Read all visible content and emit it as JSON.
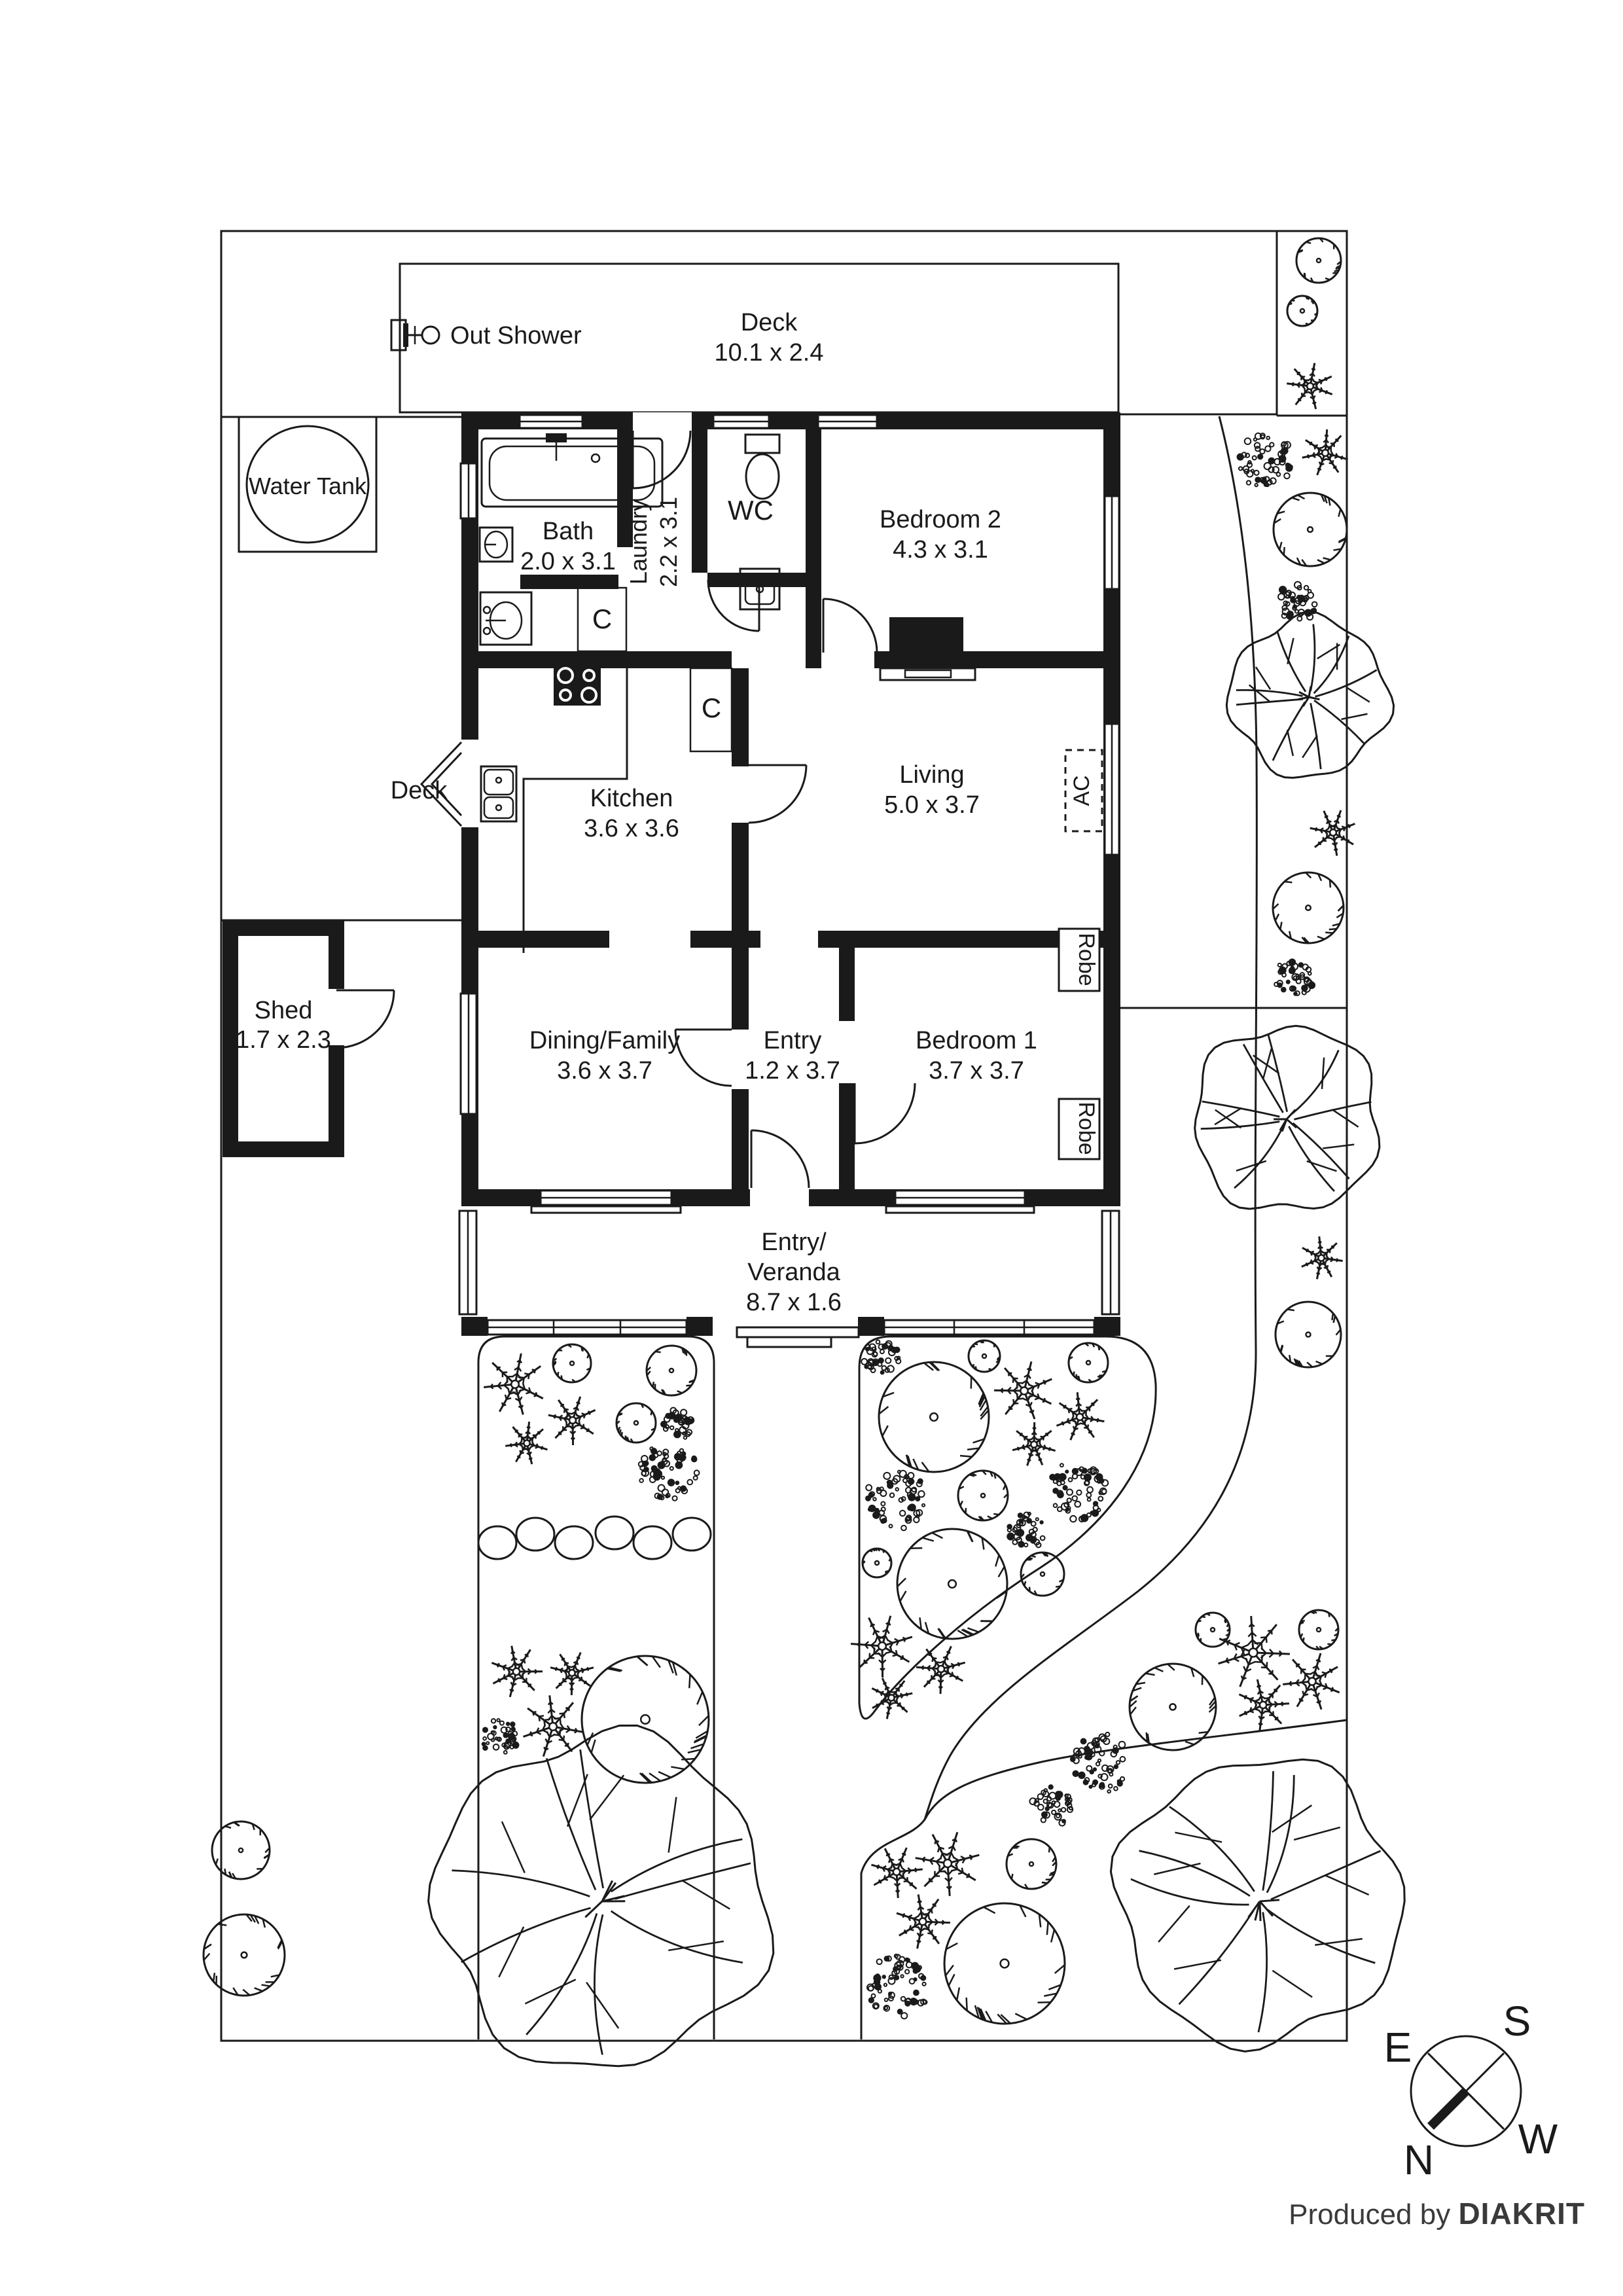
{
  "colors": {
    "ink": "#1a1a1a",
    "credit_text": "#3a3a3a"
  },
  "labels": {
    "out_shower": "Out Shower",
    "deck_top": {
      "name": "Deck",
      "dims": "10.1 x 2.4"
    },
    "water_tank": "Water Tank",
    "bath": {
      "name": "Bath",
      "dims": "2.0 x 3.1"
    },
    "laundry": {
      "name": "Laundry",
      "dims": "2.2 x 3.1"
    },
    "wc": "WC",
    "bedroom2": {
      "name": "Bedroom 2",
      "dims": "4.3 x 3.1"
    },
    "closet_a": "C",
    "closet_b": "C",
    "kitchen": {
      "name": "Kitchen",
      "dims": "3.6 x 3.6"
    },
    "living": {
      "name": "Living",
      "dims": "5.0 x 3.7"
    },
    "ac": "AC",
    "deck_left": "Deck",
    "shed": {
      "name": "Shed",
      "dims": "1.7 x 2.3"
    },
    "dining": {
      "name": "Dining/Family",
      "dims": "3.6 x 3.7"
    },
    "entry": {
      "name": "Entry",
      "dims": "1.2 x 3.7"
    },
    "bedroom1": {
      "name": "Bedroom 1",
      "dims": "3.7 x 3.7"
    },
    "robe_top": "Robe",
    "robe_bottom": "Robe",
    "veranda": {
      "line1": "Entry/",
      "line2": "Veranda",
      "dims": "8.7 x 1.6"
    }
  },
  "compass": {
    "east": "E",
    "south": "S",
    "north": "N",
    "west": "W"
  },
  "credit": {
    "prefix": "Produced by ",
    "brand": "DIAKRIT"
  },
  "icons": [
    "shower-icon",
    "bathtub-icon",
    "basin-icon",
    "toilet-icon",
    "sink-icon",
    "stove-icon",
    "fireplace-icon",
    "tree-icon",
    "shrub-icon",
    "star-plant-icon",
    "stepping-stone-icon",
    "compass-icon"
  ]
}
